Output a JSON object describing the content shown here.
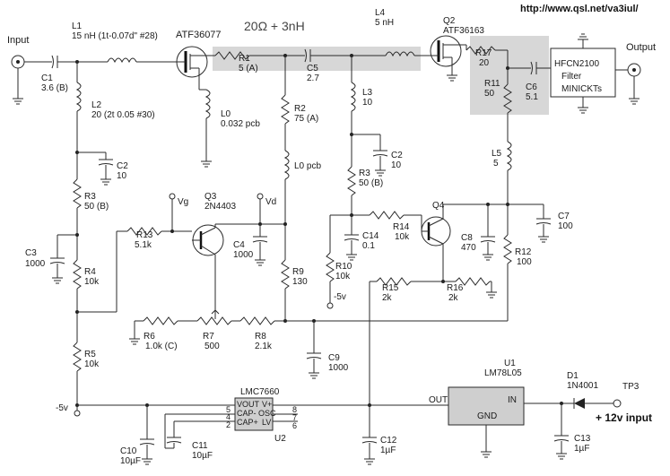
{
  "url": "http://www.qsl.net/va3iul/",
  "highlight_label": "20Ω + 3nH",
  "colors": {
    "highlight": "#d7d7d7",
    "wire": "#2a2a2a",
    "box": "#c8c8c8"
  },
  "ports": {
    "input": "Input",
    "output": "Output",
    "tp3": "TP3",
    "plus12": "+ 12v input",
    "neg5a": "-5v",
    "neg5b": "-5v",
    "vg": "Vg",
    "vd": "Vd"
  },
  "parts": {
    "L1": {
      "name": "L1",
      "value": "15 nH (1t-0.07d\" #28)"
    },
    "ATF36077": {
      "name": "ATF36077"
    },
    "C1": {
      "name": "C1",
      "value": "3.6 (B)"
    },
    "L2": {
      "name": "L2",
      "value": "20 (2t 0.05 #30)"
    },
    "L0a": {
      "name": "L0",
      "value": "0.032 pcb"
    },
    "C2a": {
      "name": "C2",
      "value": "10"
    },
    "R3a": {
      "name": "R3",
      "value": "50 (B)"
    },
    "C3": {
      "name": "C3",
      "value": "1000"
    },
    "R4": {
      "name": "R4",
      "value": "10k"
    },
    "R5": {
      "name": "R5",
      "value": "10k"
    },
    "R1": {
      "name": "R1",
      "value": "5 (A)"
    },
    "C5": {
      "name": "C5",
      "value": "2.7"
    },
    "L4": {
      "name": "L4",
      "value": "5 nH"
    },
    "Q2": {
      "name": "Q2",
      "value": "ATF36163"
    },
    "R2": {
      "name": "R2",
      "value": "75 (A)"
    },
    "L0b": {
      "name": "L0 pcb"
    },
    "L3": {
      "name": "L3",
      "value": "10"
    },
    "C2b": {
      "name": "C2",
      "value": "10"
    },
    "R3b": {
      "name": "R3",
      "value": "50 (B)"
    },
    "R17": {
      "name": "R17",
      "value": "20"
    },
    "R11": {
      "name": "R11",
      "value": "50"
    },
    "C6": {
      "name": "C6",
      "value": "5.1"
    },
    "HFCN": {
      "l1": "HFCN2100",
      "l2": "Filter",
      "l3": "MINICKTs"
    },
    "L5": {
      "name": "L5",
      "value": "5"
    },
    "Q3": {
      "name": "Q3",
      "value": "2N4403"
    },
    "R13": {
      "name": "R13",
      "value": "5.1k"
    },
    "C4": {
      "name": "C4",
      "value": "1000"
    },
    "R9": {
      "name": "R9",
      "value": "130"
    },
    "C14": {
      "name": "C14",
      "value": "0.1"
    },
    "R10": {
      "name": "R10",
      "value": "10k"
    },
    "R14": {
      "name": "R14",
      "value": "10k"
    },
    "Q4": {
      "name": "Q4"
    },
    "C8": {
      "name": "C8",
      "value": "470"
    },
    "C7": {
      "name": "C7",
      "value": "100"
    },
    "R12": {
      "name": "R12",
      "value": "100"
    },
    "R15": {
      "name": "R15",
      "value": "2k"
    },
    "R16": {
      "name": "R16",
      "value": "2k"
    },
    "R6": {
      "name": "R6",
      "value": "1.0k (C)"
    },
    "R7": {
      "name": "R7",
      "value": "500"
    },
    "R8": {
      "name": "R8",
      "value": "2.1k"
    },
    "C9": {
      "name": "C9",
      "value": "1000"
    },
    "U2": {
      "name": "LMC7660",
      "ref": "U2",
      "p1": "VOUT",
      "p2": "CAP-",
      "p3": "CAP+",
      "p4": "V+",
      "p5": "OSC",
      "p6": "LV",
      "n5": "5",
      "n4": "4",
      "n2": "2",
      "n8": "8",
      "n7": "7",
      "n6": "6"
    },
    "C10": {
      "name": "C10",
      "value": "10µF"
    },
    "C11": {
      "name": "C11",
      "value": "10µF"
    },
    "C12": {
      "name": "C12",
      "value": "1µF"
    },
    "U1": {
      "name": "U1",
      "value": "LM78L05",
      "out": "OUT",
      "in": "IN",
      "gnd": "GND"
    },
    "D1": {
      "name": "D1",
      "value": "1N4001"
    },
    "C13": {
      "name": "C13",
      "value": "1µF"
    }
  }
}
